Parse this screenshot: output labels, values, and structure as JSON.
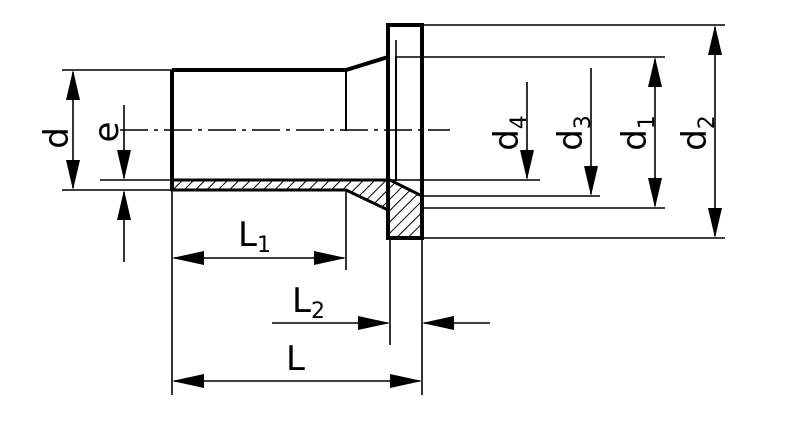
{
  "diagram": {
    "labels": {
      "d": {
        "main": "d",
        "sub": ""
      },
      "e": {
        "main": "e",
        "sub": ""
      },
      "d4": {
        "main": "d",
        "sub": "4"
      },
      "d3": {
        "main": "d",
        "sub": "3"
      },
      "d1": {
        "main": "d",
        "sub": "1"
      },
      "d2": {
        "main": "d",
        "sub": "2"
      },
      "L1": {
        "main": "L",
        "sub": "1"
      },
      "L2": {
        "main": "L",
        "sub": "2"
      },
      "L": {
        "main": "L",
        "sub": ""
      }
    }
  }
}
